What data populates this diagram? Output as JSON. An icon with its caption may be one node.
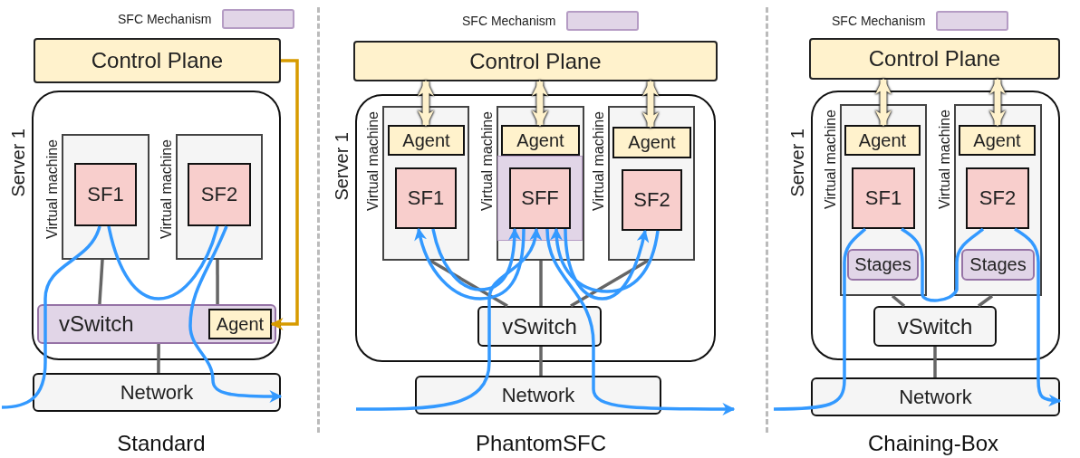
{
  "diagram": {
    "nodes": [
      {
        "text": [
          "Control Plane"
        ]
      },
      {
        "text": [
          "Server 1"
        ]
      },
      {
        "text": [
          "Virtual machine"
        ],
        "in": 1
      },
      {
        "text": [
          "SF1"
        ],
        "in": 2
      },
      {
        "text": [
          "Virtual machine"
        ],
        "in": 1
      },
      {
        "text": [
          "SF2"
        ],
        "in": 4
      },
      {
        "text": [
          "vSwitch"
        ],
        "in": 1
      },
      {
        "text": [
          "Agent"
        ],
        "in": 6
      },
      {
        "text": [
          "Network"
        ]
      },
      {
        "text": [
          "Control Plane"
        ]
      },
      {
        "text": [
          "Server 1"
        ]
      },
      {
        "text": [
          "Virtual machine"
        ],
        "in": 10
      },
      {
        "text": [
          "Agent"
        ],
        "in": 11
      },
      {
        "text": [
          "SF1"
        ],
        "in": 11
      },
      {
        "text": [
          "Virtual machine"
        ],
        "in": 10
      },
      {
        "text": [
          "Agent"
        ],
        "in": 14
      },
      {
        "text": [
          "SFF"
        ],
        "in": 14
      },
      {
        "text": [
          "Virtual machine"
        ],
        "in": 10
      },
      {
        "text": [
          "Agent"
        ],
        "in": 17
      },
      {
        "text": [
          "SF2"
        ],
        "in": 17
      },
      {
        "text": [
          "vSwitch"
        ],
        "in": 10
      },
      {
        "text": [
          "Network"
        ]
      },
      {
        "text": [
          "Control Plane"
        ]
      },
      {
        "text": [
          "Server 1"
        ]
      },
      {
        "text": [
          "Virtual machine"
        ],
        "in": 23
      },
      {
        "text": [
          "Agent"
        ],
        "in": 24
      },
      {
        "text": [
          "SF1"
        ],
        "in": 24
      },
      {
        "text": [
          "Stages"
        ],
        "in": 24
      },
      {
        "text": [
          "Virtual machine"
        ],
        "in": 23
      },
      {
        "text": [
          "Agent"
        ],
        "in": 28
      },
      {
        "text": [
          "SF2"
        ],
        "in": 28
      },
      {
        "text": [
          "Stages"
        ],
        "in": 28
      },
      {
        "text": [
          "vSwitch"
        ],
        "in": 23
      },
      {
        "text": [
          "Network"
        ]
      }
    ],
    "edges": [
      {
        "from": 0,
        "to": 7,
        "arrow": "to",
        "color": "#d79b00"
      },
      {
        "from": 2,
        "to": 6,
        "arrow": "none",
        "color": "#666666"
      },
      {
        "from": 4,
        "to": 6,
        "arrow": "none",
        "color": "#666666"
      },
      {
        "from": 6,
        "to": 8,
        "arrow": "none",
        "color": "#666666"
      },
      {
        "from": null,
        "to": 3,
        "arrow": "none"
      },
      {
        "from": 3,
        "to": 5,
        "arrow": "none"
      },
      {
        "from": 5,
        "to": 8,
        "arrow": "to"
      },
      {
        "from": 9,
        "to": 12,
        "arrow": "both",
        "style": "thick",
        "color": "#fff2cc"
      },
      {
        "from": 9,
        "to": 15,
        "arrow": "both",
        "style": "thick",
        "color": "#fff2cc"
      },
      {
        "from": 9,
        "to": 18,
        "arrow": "both",
        "style": "thick",
        "color": "#fff2cc"
      },
      {
        "from": 11,
        "to": 20,
        "arrow": "none",
        "color": "#666666"
      },
      {
        "from": 14,
        "to": 20,
        "arrow": "none",
        "color": "#666666"
      },
      {
        "from": 17,
        "to": 20,
        "arrow": "none",
        "color": "#666666"
      },
      {
        "from": 20,
        "to": 21,
        "arrow": "none",
        "color": "#666666"
      },
      {
        "from": null,
        "to": 16,
        "arrow": "to"
      },
      {
        "from": 16,
        "to": 13,
        "arrow": "to"
      },
      {
        "from": 13,
        "to": 16,
        "arrow": "to"
      },
      {
        "from": 16,
        "to": 19,
        "arrow": "to"
      },
      {
        "from": 19,
        "to": 16,
        "arrow": "to"
      },
      {
        "from": 16,
        "to": null,
        "arrow": "to"
      },
      {
        "from": 22,
        "to": 25,
        "arrow": "both",
        "style": "thick",
        "color": "#fff2cc"
      },
      {
        "from": 22,
        "to": 29,
        "arrow": "both",
        "style": "thick",
        "color": "#fff2cc"
      },
      {
        "from": 24,
        "to": 32,
        "arrow": "none",
        "color": "#666666"
      },
      {
        "from": 28,
        "to": 32,
        "arrow": "none",
        "color": "#666666"
      },
      {
        "from": 32,
        "to": 33,
        "arrow": "none",
        "color": "#666666"
      },
      {
        "from": null,
        "to": 26,
        "arrow": "none"
      },
      {
        "from": 26,
        "to": 30,
        "arrow": "none"
      },
      {
        "from": 30,
        "to": 33,
        "arrow": "to"
      }
    ],
    "labels": [
      "Standard",
      "PhantomSFC",
      "Chaining-Box"
    ],
    "legend": [
      {
        "text": "SFC Mechanism",
        "color": "#e1d5e7"
      },
      {
        "text": "SFC Mechanism",
        "color": "#e1d5e7"
      },
      {
        "text": "SFC Mechanism",
        "color": "#e1d5e7"
      }
    ]
  }
}
